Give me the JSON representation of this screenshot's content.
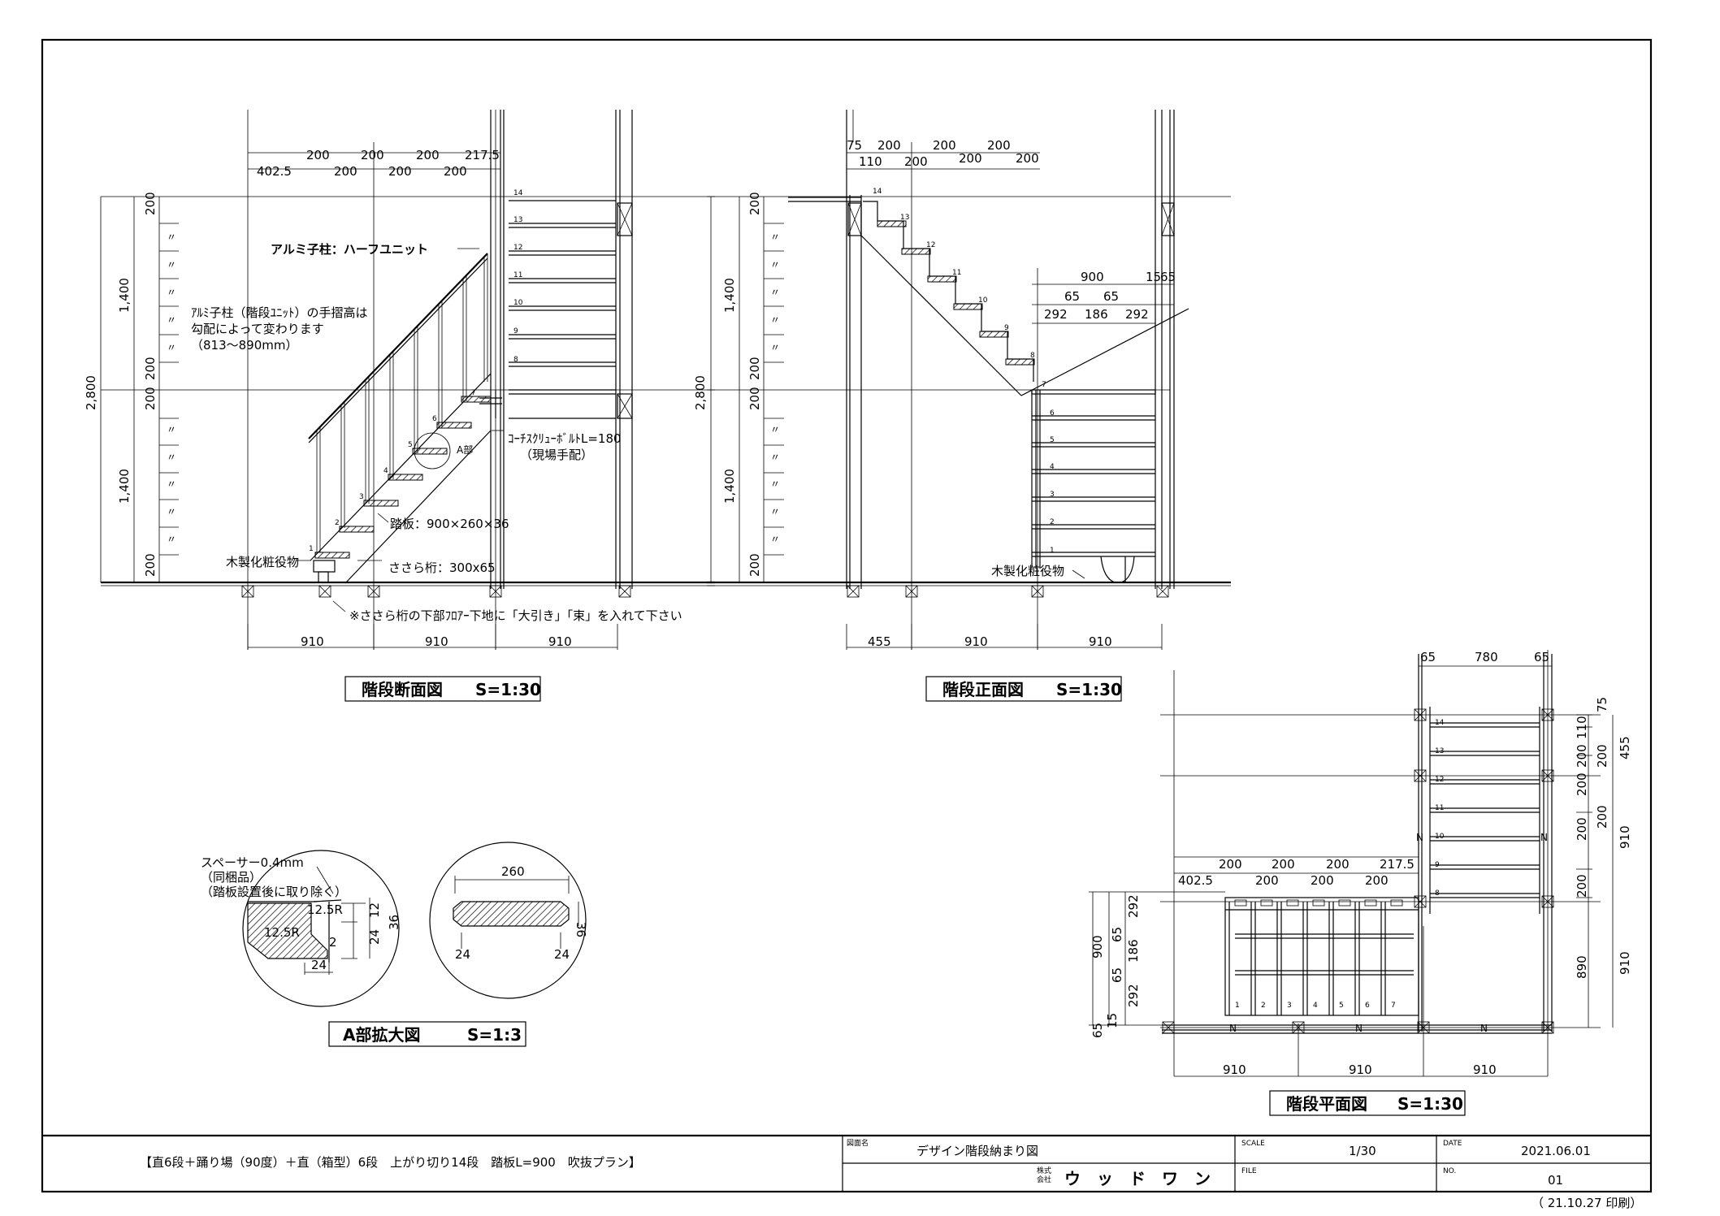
{
  "section_view": {
    "title": "階段断面図",
    "scale": "S=1:30",
    "top_dims_row1": [
      "200",
      "200",
      "200",
      "217.5"
    ],
    "top_dims_row2": [
      "402.5",
      "200",
      "200",
      "200"
    ],
    "left_dims_inner": [
      "200",
      "200",
      "200",
      "200"
    ],
    "left_dims_mid": [
      "1,400",
      "1,400"
    ],
    "left_dim_total": "2,800",
    "bottom_dims": [
      "910",
      "910",
      "910"
    ],
    "step_numbers": [
      "1",
      "2",
      "3",
      "4",
      "5",
      "6",
      "7",
      "8",
      "9",
      "10",
      "11",
      "12",
      "13",
      "14"
    ],
    "ditto_mark": "〃",
    "labels": {
      "aluminum_post": "アルミ子柱：ハーフユニット",
      "handrail_note_1": "ｱﾙﾐ子柱（階段ﾕﾆｯﾄ）の手摺高は",
      "handrail_note_2": "勾配によって変わります",
      "handrail_note_3": "（813～890mm）",
      "coach_screw": "ｺｰﾁｽｸﾘｭｰﾎﾞﾙﾄL=180",
      "coach_screw_sub": "（現場手配）",
      "detail_a": "A部",
      "tread": "踏板：900×260×36",
      "wood_trim": "木製化粧役物",
      "stringer": "ささら桁：300x65",
      "floor_note": "※ささら桁の下部ﾌﾛｱｰ下地に「大引き」「束」を入れて下さい"
    }
  },
  "front_view": {
    "title": "階段正面図",
    "scale": "S=1:30",
    "top_dims_row1": [
      "75",
      "200",
      "200",
      "200"
    ],
    "top_dims_row2": [
      "110",
      "200",
      "200",
      "200"
    ],
    "width_dims": [
      "900",
      "15",
      "65"
    ],
    "inner_dims": [
      "65",
      "65"
    ],
    "tread_dims": [
      "292",
      "186",
      "292"
    ],
    "left_dims_inner": [
      "200",
      "200",
      "200",
      "200"
    ],
    "left_dims_mid": [
      "1,400",
      "1,400"
    ],
    "left_dim_total": "2,800",
    "bottom_dims": [
      "455",
      "910",
      "910"
    ],
    "step_numbers": [
      "1",
      "2",
      "3",
      "4",
      "5",
      "6",
      "7",
      "8",
      "9",
      "10",
      "11",
      "12",
      "13",
      "14"
    ],
    "wood_trim": "木製化粧役物"
  },
  "detail_view": {
    "title": "A部拡大図",
    "scale": "S=1:3",
    "spacer_1": "スペーサー0.4mm",
    "spacer_2": "（同梱品）",
    "spacer_3": "（踏板設置後に取り除く）",
    "r1": "12.5R",
    "r2": "12.5R",
    "d12": "12",
    "d24": "24",
    "d36": "36",
    "d24b": "24",
    "d2": "2",
    "tread_width": "260",
    "tread_thick": "36",
    "d24c": "24",
    "d24d": "24"
  },
  "plan_view": {
    "title": "階段平面図",
    "scale": "S=1:30",
    "top_dims": [
      "65",
      "780",
      "65"
    ],
    "right_dims_inner": [
      "110",
      "200",
      "200",
      "200",
      "200",
      "890"
    ],
    "right_dims_mid": [
      "75",
      "200",
      "200"
    ],
    "right_dims_outer": [
      "455",
      "910",
      "910"
    ],
    "left_dims_inner": [
      "292",
      "186",
      "292"
    ],
    "left_dims_mid": [
      "65",
      "65"
    ],
    "left_dim_total": "900",
    "left_dims_bottom": [
      "65",
      "15"
    ],
    "row_dims_1": [
      "200",
      "200",
      "200",
      "217.5"
    ],
    "row_dims_2": [
      "402.5",
      "200",
      "200",
      "200"
    ],
    "bottom_dims": [
      "910",
      "910",
      "910"
    ],
    "step_numbers": [
      "1",
      "2",
      "3",
      "4",
      "5",
      "6",
      "7",
      "8",
      "9",
      "10",
      "11",
      "12",
      "13",
      "14"
    ],
    "north_mark": "N"
  },
  "title_block": {
    "description": "【直6段＋踊り場（90度）＋直（箱型）6段　上がり切り14段　踏板L=900　吹抜プラン】",
    "drawing_name_label": "図面名",
    "drawing_name": "デザイン階段納まり図",
    "company_label_1": "株式",
    "company_label_2": "会社",
    "company": "ウ　ッ　ド　ワ　ン",
    "scale_label": "SCALE",
    "scale": "1/30",
    "file_label": "FILE",
    "file": "",
    "date_label": "DATE",
    "date": "2021.06.01",
    "no_label": "NO.",
    "no": "01",
    "print_date": "（ 21.10.27 印刷）"
  }
}
